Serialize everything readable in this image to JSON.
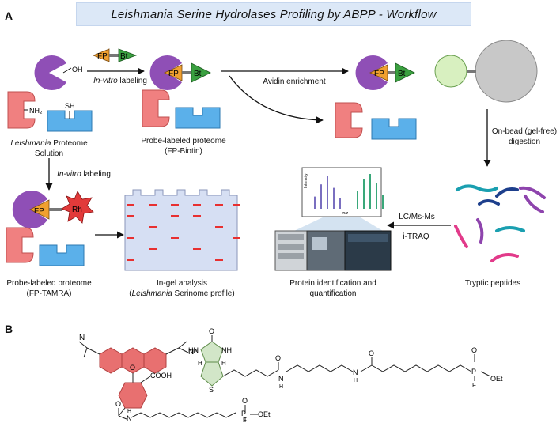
{
  "panels": {
    "a": "A",
    "b": "B"
  },
  "title": "Leishmania Serine Hydrolases Profiling  by ABPP - Workflow",
  "labels": {
    "oh": "OH",
    "nh2": "NH₂",
    "sh": "SH",
    "fp": "FP",
    "bt": "Bt",
    "rh": "Rh",
    "invitro_top_italic": "In-vitro",
    "invitro_top_rest": " labeling",
    "proteome_italic": "Leishmania",
    "proteome_rest": " Proteome",
    "proteome_line2": "Solution",
    "invitro_left_italic": "In-vitro",
    "invitro_left_rest": " labeling",
    "biotin_line1": "Probe-labeled proteome",
    "biotin_line2": "(FP-Biotin)",
    "avidin": "Avidin enrichment",
    "onbead_line1": "On-bead (gel-free)",
    "onbead_line2": "digestion",
    "tamra_line1": "Probe-labeled proteome",
    "tamra_line2": "(FP-TAMRA)",
    "ingel_line1": "In-gel analysis",
    "ingel_italic": "Leishmania",
    "ingel_rest": " Serinome profile)",
    "ingel_open": "(",
    "lcms": "LC/Ms-Ms",
    "itraq": "i-TRAQ",
    "protid_line1": "Protein identification and",
    "protid_line2": "quantification",
    "tryptic": "Tryptic peptides",
    "spectrum_y": "Intensity",
    "spectrum_x": "m/z"
  },
  "chem": {
    "n_plus": "N⁺",
    "n_left": "N",
    "o_ring": "O",
    "cooh": "COOH",
    "amide_o": "O",
    "amide_n": "N",
    "amide_h": "H",
    "p": "P",
    "p_o": "O",
    "p_f": "F",
    "oet": "OEt",
    "biotin_o": "O",
    "biotin_hn": "HN",
    "biotin_nh": "NH",
    "biotin_s": "S",
    "biotin_h": "H",
    "biotin_h2": "H",
    "b_amide1_o": "O",
    "b_amide1_n": "N",
    "b_amide1_h": "H",
    "b_amide2_n": "N",
    "b_amide2_h": "H",
    "b_amide2_o": "O",
    "b_p": "P",
    "b_p_o": "O",
    "b_p_f": "F",
    "b_oet": "OEt"
  },
  "colors": {
    "enzyme": "#8f4fb6",
    "fp": "#f0a030",
    "bt": "#3aa040",
    "rh": "#e23a3a",
    "protein_red": "#f08080",
    "protein_blue": "#5bb0ea",
    "bead": "#c8c8c8",
    "avidin": "#d8f0c0",
    "gel": "#d6dff3",
    "gel_band": "#e83030",
    "tamra": "#e87070",
    "biotin_bg": "#d2e6c8"
  },
  "gel_bands": [
    [
      1,
      2,
      3,
      4,
      5,
      6
    ],
    [
      1,
      3,
      4
    ],
    [
      2,
      5
    ],
    [
      1,
      3,
      6
    ],
    [
      2,
      4
    ],
    [
      1,
      5
    ]
  ],
  "spectrum_peaks": [
    0.35,
    0.7,
    0.95,
    0.6,
    0.3,
    0.5,
    0.85,
    1.0,
    0.75,
    0.4
  ]
}
